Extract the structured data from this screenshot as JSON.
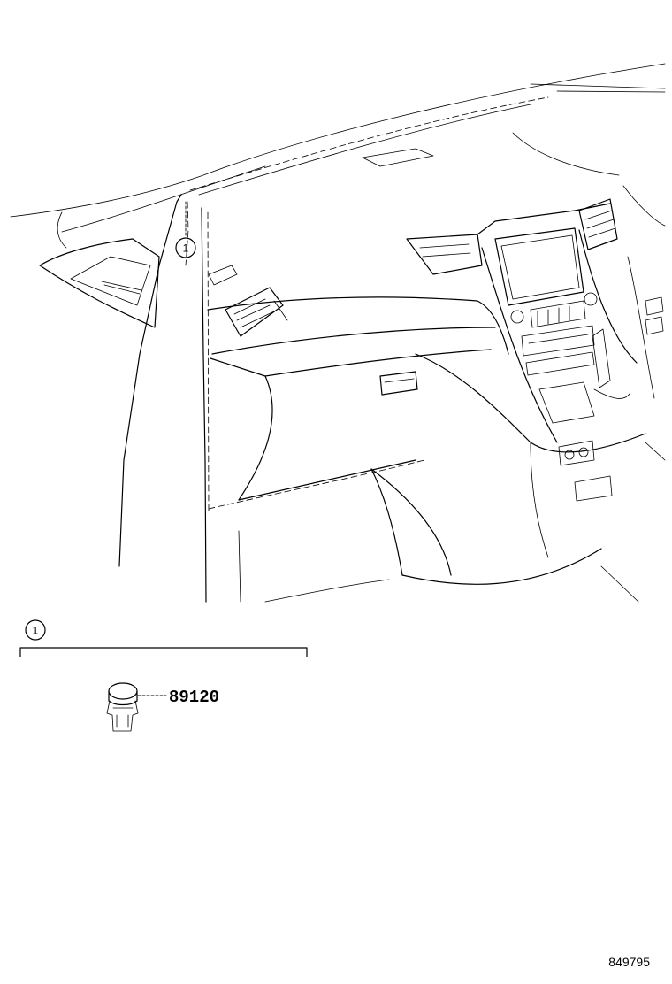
{
  "callouts": {
    "top_marker": "1",
    "legend_marker": "1"
  },
  "parts": [
    {
      "number": "89120"
    }
  ],
  "reference_code": "849795"
}
